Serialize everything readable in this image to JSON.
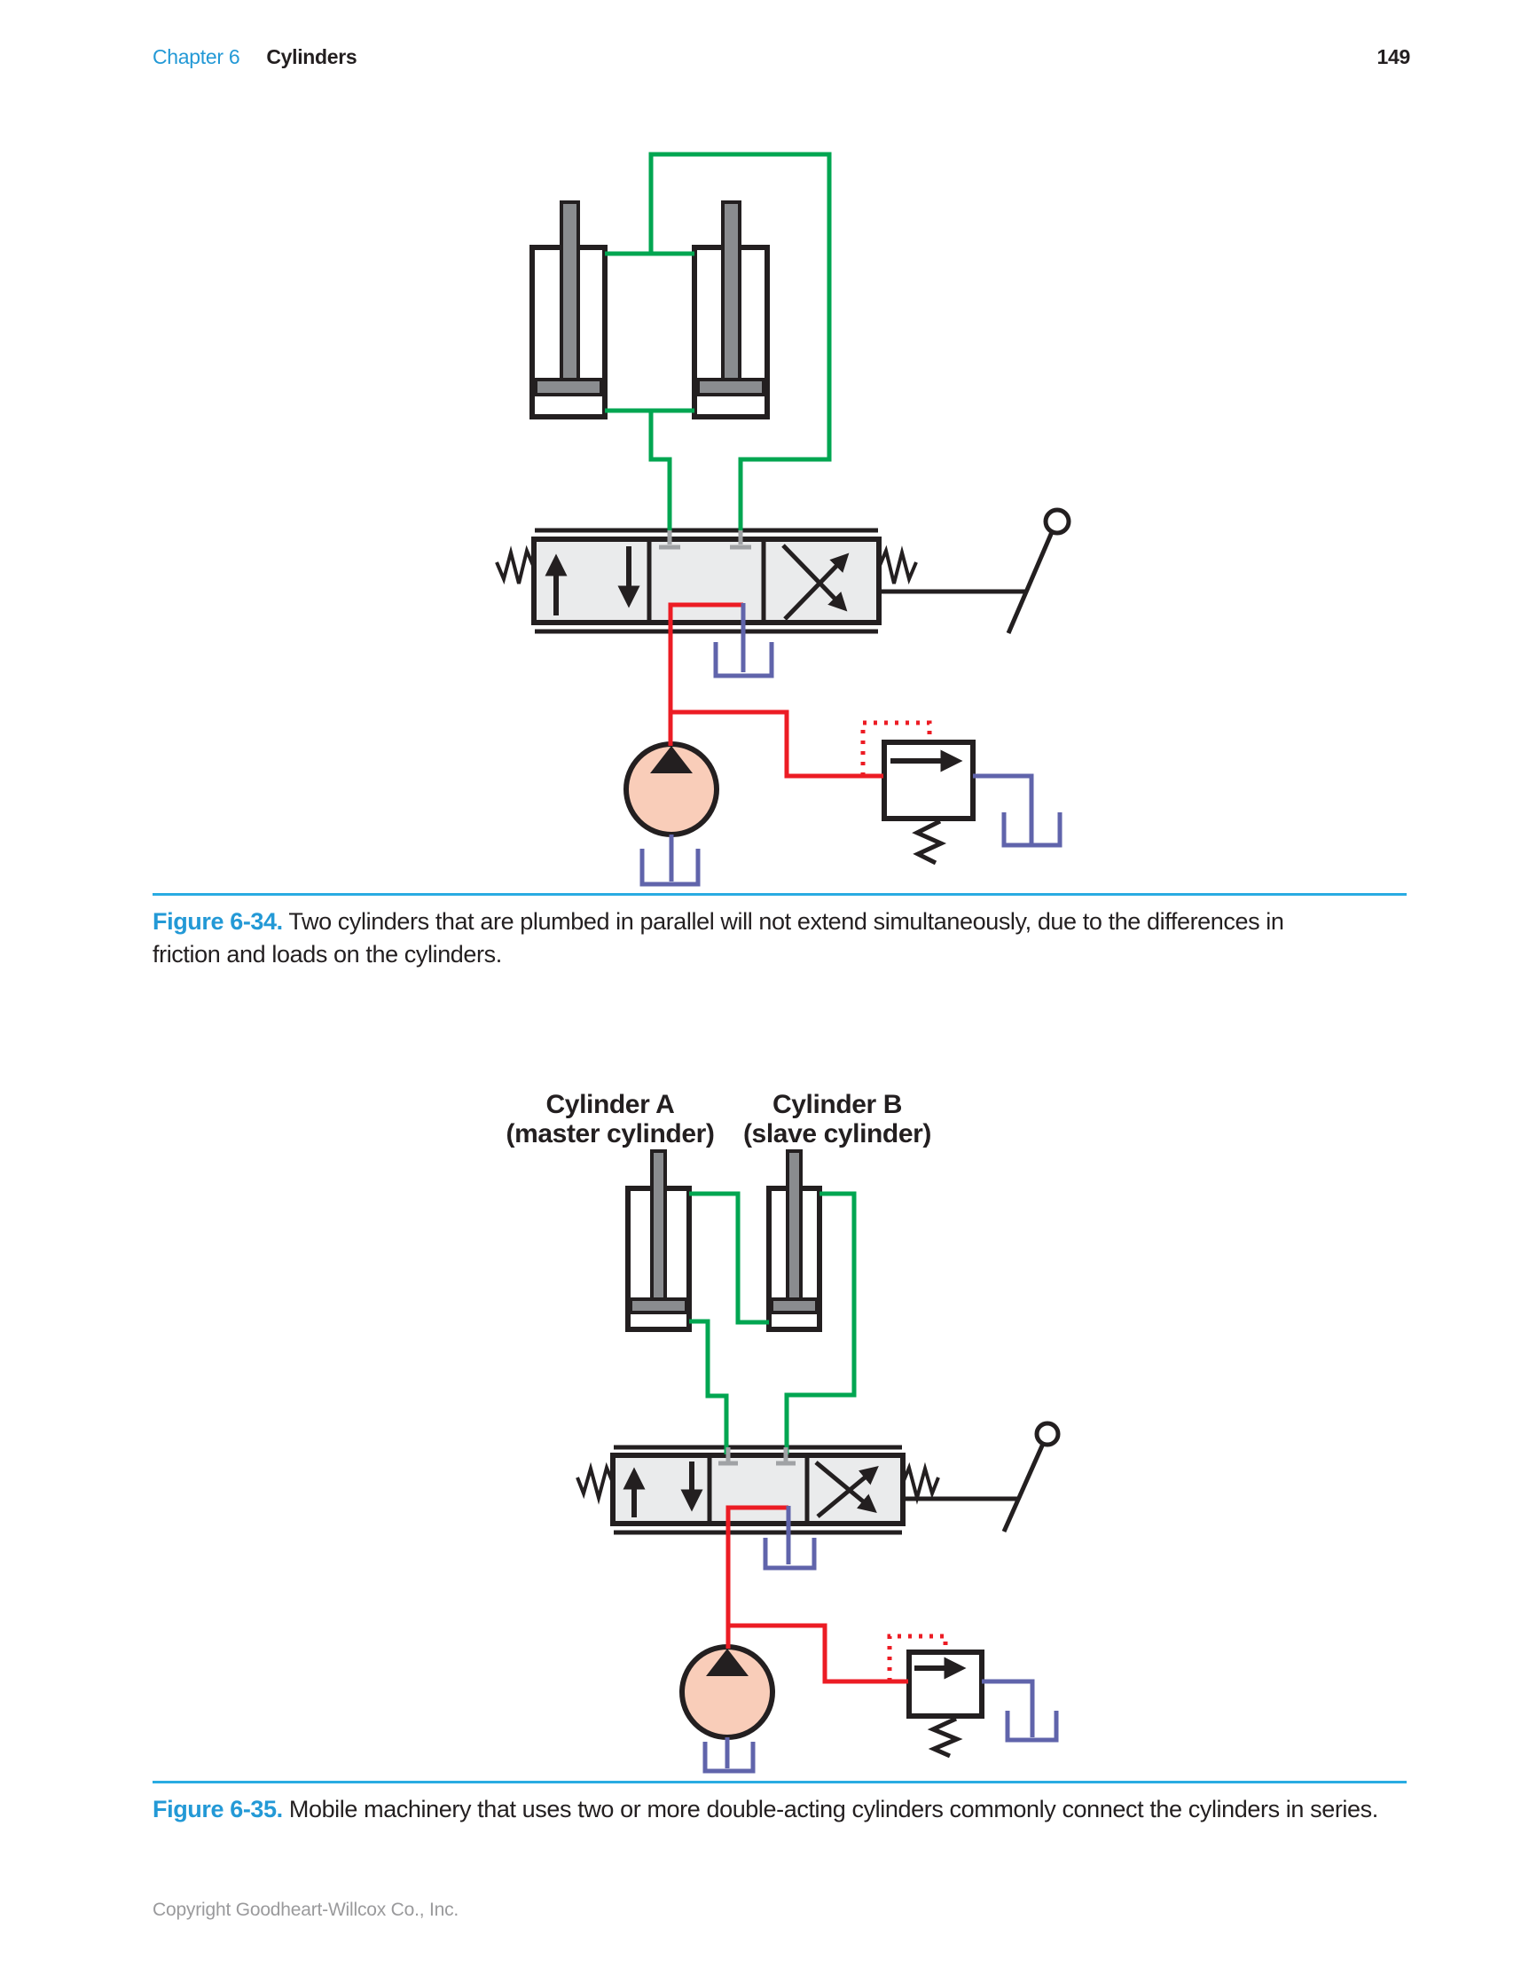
{
  "header": {
    "chapter": "Chapter 6",
    "section_title": "Cylinders",
    "page_number": "149"
  },
  "figure34": {
    "caption_label": "Figure 6-34.",
    "caption_lines": [
      "Two cylinders that are plumbed in parallel will not extend simultaneously, due to the differences in",
      "friction and loads on the cylinders."
    ]
  },
  "figure35": {
    "labels": {
      "cylinder_a_title": "Cylinder A",
      "cylinder_a_subtitle": "(master cylinder)",
      "cylinder_b_title": "Cylinder B",
      "cylinder_b_subtitle": "(slave cylinder)"
    },
    "caption_label": "Figure 6-35.",
    "caption_lines": [
      "Mobile machinery that uses two or more double-acting cylinders commonly connect the cylinders in series."
    ]
  },
  "footer": {
    "copyright": "Copyright Goodheart-Willcox Co., Inc."
  },
  "colors": {
    "ink": "#231f20",
    "accent_blue": "#2399d6",
    "rule_blue": "#29abe2",
    "line_green": "#00a651",
    "line_red": "#ec1c24",
    "line_purple": "#6064ab",
    "pump_fill": "#f9cdb9",
    "metal_gray": "#8a8c8f",
    "port_gray": "#a0a2a5",
    "valve_fill": "#eaebec",
    "footer_gray": "#9a9a9c"
  }
}
